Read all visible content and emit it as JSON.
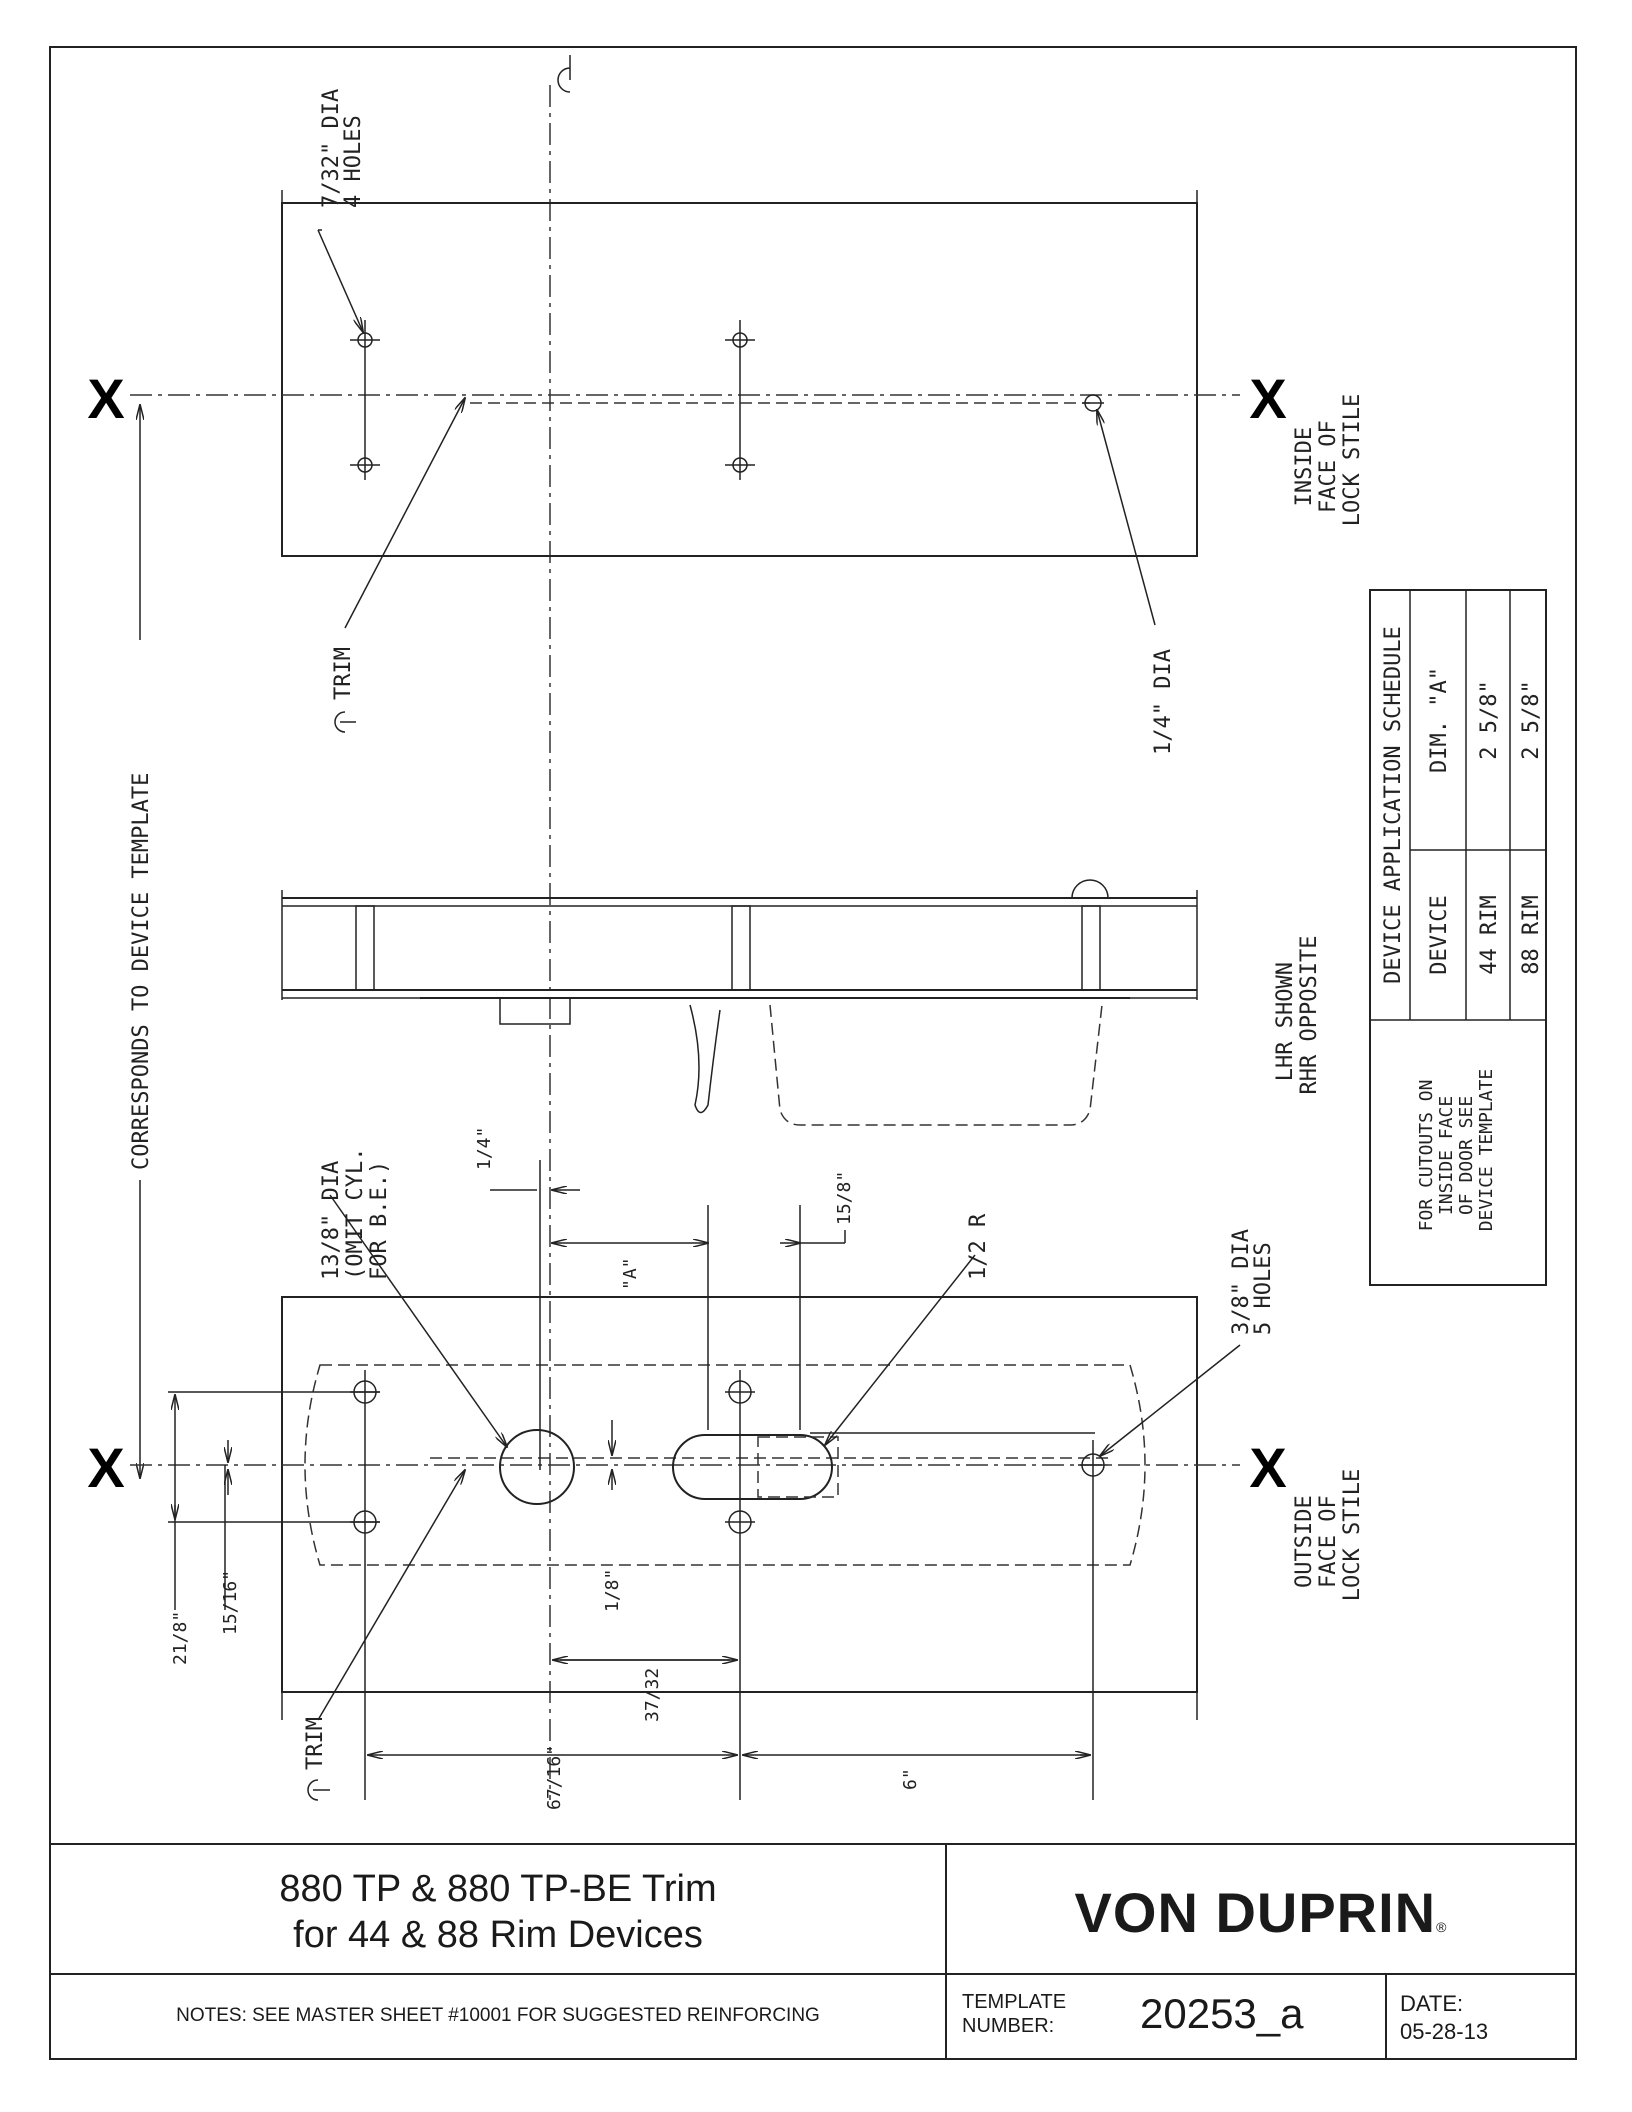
{
  "labels": {
    "centerline": "L",
    "x_mark": "X",
    "holes_7_32": [
      "7/32\" DIA",
      "4 HOLES"
    ],
    "inside_face": [
      "INSIDE",
      "FACE OF",
      "LOCK STILE"
    ],
    "outside_face": [
      "OUTSIDE",
      "FACE OF",
      "LOCK STILE"
    ],
    "trim": "TRIM",
    "dia_1_4": "1/4\" DIA",
    "corresponds": "CORRESPONDS TO DEVICE TEMPLATE",
    "lhr": [
      "LHR SHOWN",
      "RHR OPPOSITE"
    ],
    "dia_13_8": [
      "13/8\" DIA",
      "(OMIT CYL.",
      "FOR B.E.)"
    ],
    "dim_1_4": "1/4\"",
    "dim_A": "\"A\"",
    "dim_15_8": "15/8\"",
    "half_r": "1/2 R",
    "holes_3_8": [
      "3/8\" DIA",
      "5 HOLES"
    ],
    "dim_21_8": "21/8\"",
    "dim_15_16": "15/16\"",
    "dim_1_8": "1/8\"",
    "dim_37_32": "37/32",
    "dim_67_16": "67/16\"",
    "dim_6": "6\""
  },
  "schedule": {
    "title": "DEVICE APPLICATION SCHEDULE",
    "header_device": "DEVICE",
    "header_dim": "DIM. \"A\"",
    "rows": [
      {
        "device": "44 RIM",
        "dim": "2 5/8\""
      },
      {
        "device": "88 RIM",
        "dim": "2 5/8\""
      }
    ],
    "note": [
      "FOR CUTOUTS ON",
      "INSIDE FACE",
      "OF DOOR SEE",
      "DEVICE TEMPLATE"
    ]
  },
  "title_block": {
    "title_line1": "880 TP & 880 TP-BE Trim",
    "title_line2": "for 44 & 88 Rim Devices",
    "brand": "VON DUPRIN",
    "brand_mark": "®",
    "notes": "NOTES: SEE MASTER SHEET #10001 FOR SUGGESTED REINFORCING",
    "template_label_1": "TEMPLATE",
    "template_label_2": "NUMBER:",
    "template_number": "20253_a",
    "date_label": "DATE:",
    "date_value": "05-28-13"
  }
}
